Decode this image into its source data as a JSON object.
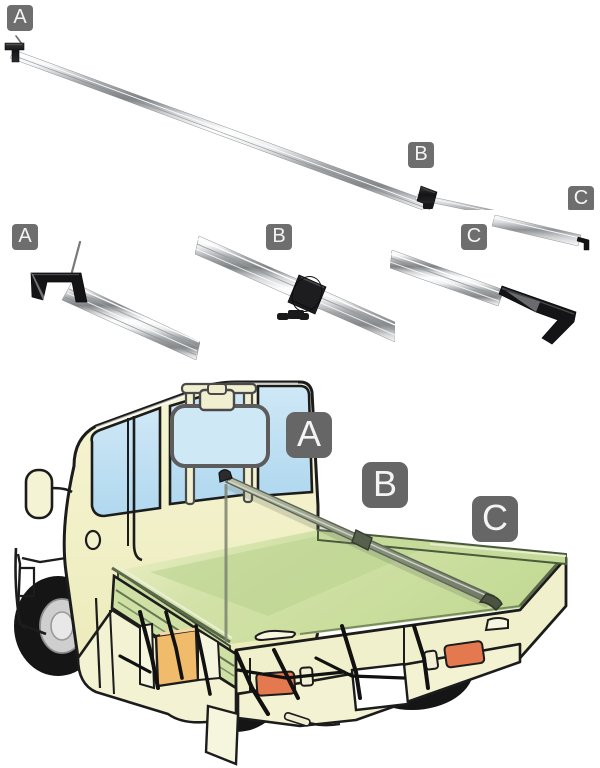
{
  "document": {
    "title": "Truck Bed Divider Pole Installation Diagram",
    "type": "product-instruction-illustration"
  },
  "panels": {
    "full_assembly": {
      "name": "full-pole-assembly",
      "description": "Full length telescoping aluminium cargo bar shown at a diagonal",
      "callouts": [
        {
          "id": "A",
          "label": "A",
          "position": "top-left",
          "meaning": "front hook end with T-handle lock"
        },
        {
          "id": "B",
          "label": "B",
          "position": "middle-right",
          "meaning": "adjustable centre clamp collar"
        },
        {
          "id": "C",
          "label": "C",
          "position": "right-end",
          "meaning": "rear hook end"
        }
      ]
    },
    "detail_views": {
      "name": "detail-closeups",
      "items": [
        {
          "id": "A",
          "label": "A",
          "meaning": "close-up of front J-hook bracket and T-pin"
        },
        {
          "id": "B",
          "label": "B",
          "meaning": "close-up of black clamp collar with locking knob"
        },
        {
          "id": "C",
          "label": "C",
          "meaning": "close-up of rear J-hook end of inner tube"
        }
      ]
    },
    "truck_view": {
      "name": "kei-truck-installation-view",
      "description": "Japanese kei truck seen from rear three-quarter with the cargo bar fitted across the bed",
      "callouts": [
        {
          "id": "A",
          "label": "A",
          "meaning": "bar front end hooked to the headache rack / cab guard"
        },
        {
          "id": "B",
          "label": "B",
          "meaning": "clamp collar position mid-span"
        },
        {
          "id": "C",
          "label": "C",
          "meaning": "bar rear end hooked onto the bed side rail"
        }
      ]
    }
  },
  "colors": {
    "badge_bg": "#6e6e6e",
    "badge_bg_large": "#666666",
    "badge_text": "#f4f4f4",
    "metal_light": "#ffffff",
    "metal_mid": "#9b9ea1",
    "metal_dark": "#7e8184",
    "hardware_black": "#1b1b1d",
    "truck_body": "#f3f2c8",
    "truck_body_shade": "#e9e8b6",
    "bed_green": "#cfe0a8",
    "bed_green_dark": "#b7d28c",
    "glass_blue": "#c5e3f2",
    "glass_blue_dark": "#aed6ed",
    "tire_black": "#151515",
    "wheel_grey": "#cfcfcf",
    "taillight_orange": "#e8seven",
    "taillight": "#e4784e",
    "fuel_can_orange": "#f0bb6a",
    "outline": "#1c1c1c",
    "plate_white": "#ffffff"
  },
  "truck_parts": {
    "cab": "cab",
    "mirror": "side-mirror",
    "headache_rack": "headache-rack",
    "rear_window": "rear-window",
    "window_guard": "window-protector-panel",
    "bed": "cargo-bed",
    "tailgate": "tailgate",
    "side_gate": "side-gate",
    "front_wheel": "front-wheel",
    "rear_wheel": "rear-wheel",
    "fuel_can": "fuel-can",
    "licence_plate": "licence-plate",
    "tail_lamp_left": "tail-lamp-left",
    "tail_lamp_right": "tail-lamp-right",
    "cargo_bar": "cargo-divider-bar"
  }
}
